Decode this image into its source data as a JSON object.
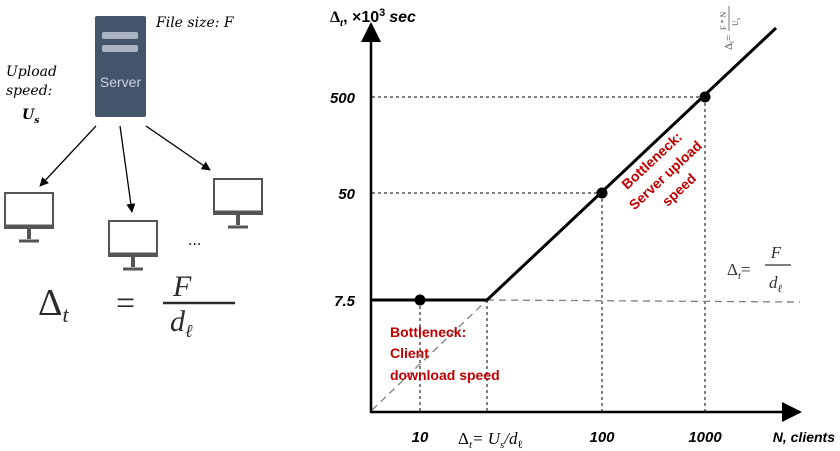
{
  "left_panel": {
    "server_label": "Server",
    "file_size_label": "File size: F",
    "upload_speed_line1": "Upload",
    "upload_speed_line2": "speed:",
    "upload_speed_var": "U",
    "upload_speed_sub": "s",
    "ellipsis": "...",
    "formula_lhs": "Δ",
    "formula_lhs_sub": "t",
    "formula_eq": "=",
    "formula_num": "F",
    "formula_den": "d",
    "formula_den_sub": "ℓ"
  },
  "chart_data": {
    "type": "line",
    "y_axis_label": "Δ",
    "y_axis_label_sub": "t",
    "y_axis_label_rest": ", ×10",
    "y_axis_label_exp": "3",
    "y_axis_label_unit": "sec",
    "x_axis_label": "N, clients",
    "y_tick_labels": [
      "7.5",
      "50",
      "500"
    ],
    "x_tick_labels": [
      "10",
      "100",
      "1000"
    ],
    "x_annotation": "Δ_t = U_s/d_ℓ",
    "x_annotation_parts": {
      "delta": "Δ",
      "t": "t",
      "eq": "= U",
      "s": "s",
      "slash": "/d",
      "l": "ℓ"
    },
    "highlighted_points": [
      {
        "N": 10,
        "delta_t": "7.5"
      },
      {
        "N": 100,
        "delta_t": "50"
      },
      {
        "N": 1000,
        "delta_t": "500"
      }
    ],
    "flat_label_lines": [
      "Bottleneck:",
      "Client",
      "download speed"
    ],
    "slope_label_lines": [
      "Bottleneck:",
      "Server upload",
      "speed"
    ],
    "flat_formula": {
      "lhs": "Δ",
      "lhs_sub": "t",
      "eq": "=",
      "num": "F",
      "den": "d",
      "den_sub": "ℓ"
    },
    "slope_formula_fragment": "Δ_t = F·N / U_s",
    "slope_formula_parts": {
      "lhs": "Δ",
      "lhs_sub": "t",
      "eq": "=",
      "num": "F * N",
      "den": "U",
      "den_sub": "s"
    },
    "colors": {
      "axis": "#000000",
      "line": "#000000",
      "guide": "#7f7f7f",
      "bottleneck_text": "#c00000",
      "server_fill": "#44546a",
      "server_bar": "#aab4c3"
    }
  }
}
